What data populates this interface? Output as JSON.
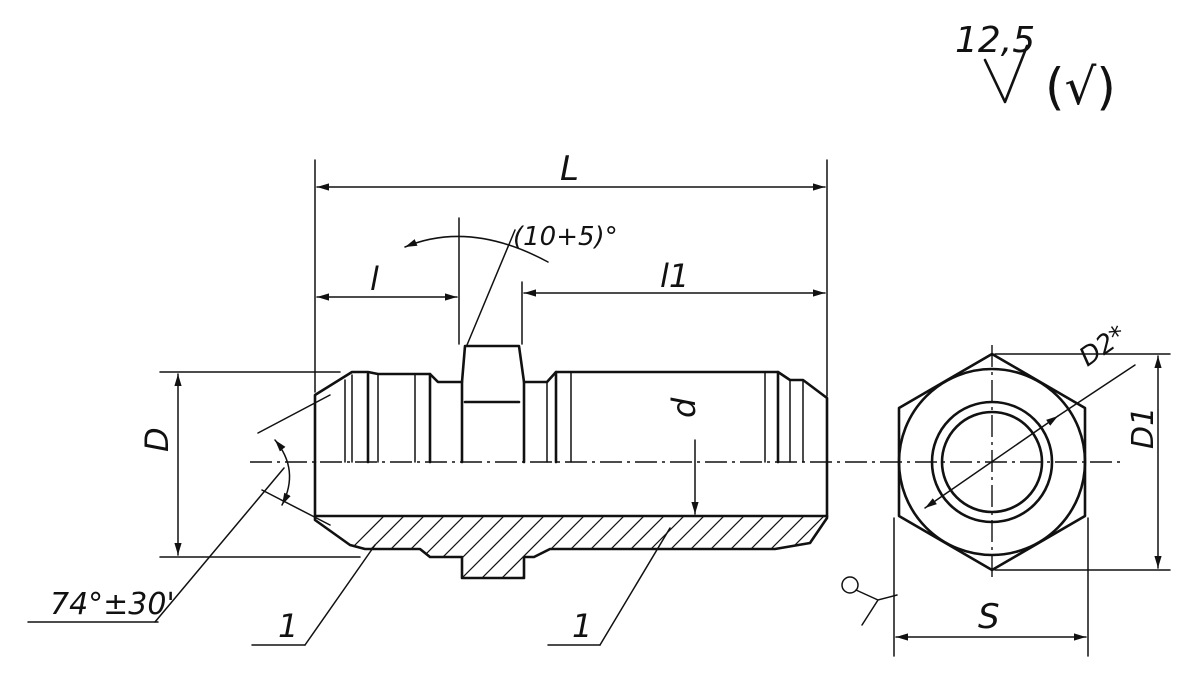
{
  "roughness": {
    "value": "12,5",
    "bracket": "(√)"
  },
  "dimensions": {
    "overall_length": "L",
    "left_length": "l",
    "right_length": "l1",
    "chamfer_angle": "(10+5)°",
    "outer_diameter": "D",
    "bore_diameter": "d",
    "cone_angle": "74°±30'",
    "circle_diameter": "D2*",
    "hex_corner_diameter": "D1",
    "hex_flats": "S"
  },
  "leaders": {
    "left_surface": "1",
    "right_surface": "1"
  },
  "colors": {
    "ink": "#111111",
    "paper": "#ffffff"
  }
}
